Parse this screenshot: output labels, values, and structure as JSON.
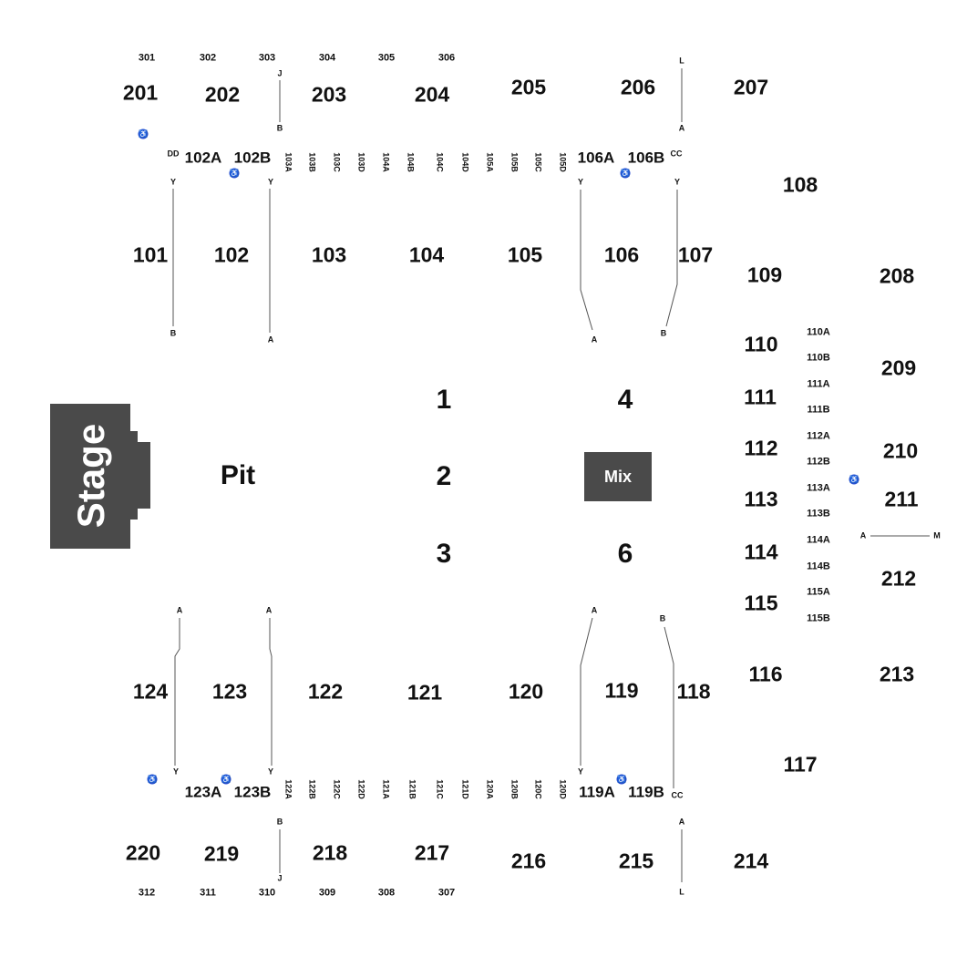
{
  "colors": {
    "stage_fill": "#4a4a4a",
    "mix_fill": "#4a4a4a",
    "accessible": "#2a4fd0",
    "line": "#555555",
    "text": "#111111"
  },
  "stage": {
    "label": "Stage"
  },
  "pit": {
    "label": "Pit"
  },
  "mix": {
    "label": "Mix"
  },
  "floor_sections": [
    "1",
    "2",
    "3",
    "4",
    "6"
  ],
  "sections_200_top": [
    "201",
    "202",
    "203",
    "204",
    "205",
    "206",
    "207"
  ],
  "sections_300_top": [
    "301",
    "302",
    "303",
    "304",
    "305",
    "306"
  ],
  "sections_100_top": [
    "101",
    "102",
    "103",
    "104",
    "105",
    "106",
    "107"
  ],
  "sections_100_top_sub": [
    "102A",
    "102B",
    "106A",
    "106B"
  ],
  "sections_100_top_minor": [
    "103A",
    "103B",
    "103C",
    "103D",
    "104A",
    "104B",
    "104C",
    "104D",
    "105A",
    "105B",
    "105C",
    "105D"
  ],
  "sections_right": [
    "108",
    "109",
    "110",
    "111",
    "112",
    "113",
    "114",
    "115",
    "116",
    "117"
  ],
  "sections_right_sub": [
    "110A",
    "110B",
    "111A",
    "111B",
    "112A",
    "112B",
    "113A",
    "113B",
    "114A",
    "114B",
    "115A",
    "115B"
  ],
  "sections_200_right": [
    "208",
    "209",
    "210",
    "211",
    "212",
    "213"
  ],
  "sections_100_bottom": [
    "124",
    "123",
    "122",
    "121",
    "120",
    "119",
    "118"
  ],
  "sections_100_bottom_sub": [
    "123A",
    "123B",
    "119A",
    "119B"
  ],
  "sections_100_bottom_minor": [
    "122A",
    "122B",
    "122C",
    "122D",
    "121A",
    "121B",
    "121C",
    "121D",
    "120A",
    "120B",
    "120C",
    "120D"
  ],
  "sections_200_bottom": [
    "220",
    "219",
    "218",
    "217",
    "216",
    "215",
    "214"
  ],
  "sections_300_bottom": [
    "312",
    "311",
    "310",
    "309",
    "308",
    "307"
  ],
  "row_labels": [
    "J",
    "B",
    "L",
    "A",
    "DD",
    "CC",
    "Y",
    "Y",
    "Y",
    "Y",
    "B",
    "A",
    "A",
    "B",
    "A",
    "M",
    "A",
    "A",
    "A",
    "B",
    "Y",
    "Y",
    "Y",
    "CC",
    "B",
    "J",
    "A",
    "L"
  ],
  "accessible_icon": "wheelchair-icon"
}
